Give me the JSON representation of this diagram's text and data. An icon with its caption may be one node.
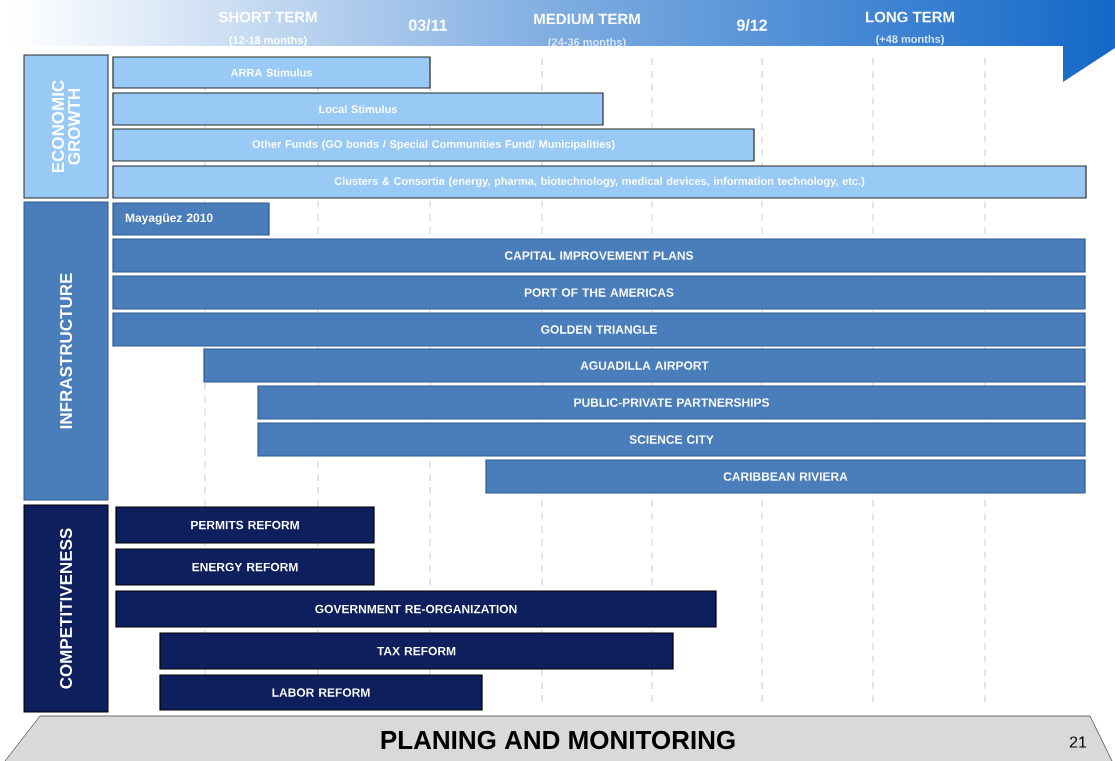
{
  "diagram": {
    "nodes": [
      {
        "text": [
          "SHORT TERM",
          "(12-18 months)",
          "03/11",
          "MEDIUM TERM",
          "(24-36 months)",
          "9/12",
          "LONG TERM",
          "(+48 months)"
        ]
      },
      {
        "text": [
          "ECONOMIC GROWTH"
        ]
      },
      {
        "text": [
          "ARRA Stimulus"
        ]
      },
      {
        "text": [
          "Local Stimulus"
        ]
      },
      {
        "text": [
          "Other Funds (GO bonds / Special Communities Fund/ Municipalities)"
        ]
      },
      {
        "text": [
          "Clusters & Consortia (energy, pharma, biotechnology, medical devices, information technology, etc.)"
        ]
      },
      {
        "text": [
          "INFRASTRUCTURE"
        ]
      },
      {
        "text": [
          "Mayagüez 2010"
        ]
      },
      {
        "text": [
          "CAPITAL IMPROVEMENT PLANS"
        ]
      },
      {
        "text": [
          "PORT OF THE AMERICAS"
        ]
      },
      {
        "text": [
          "GOLDEN TRIANGLE"
        ]
      },
      {
        "text": [
          "AGUADILLA AIRPORT"
        ]
      },
      {
        "text": [
          "PUBLIC-PRIVATE PARTNERSHIPS"
        ]
      },
      {
        "text": [
          "SCIENCE CITY"
        ]
      },
      {
        "text": [
          "CARIBBEAN RIVIERA"
        ]
      },
      {
        "text": [
          "COMPETITIVENESS"
        ]
      },
      {
        "text": [
          "PERMITS REFORM"
        ]
      },
      {
        "text": [
          "ENERGY REFORM"
        ]
      },
      {
        "text": [
          "GOVERNMENT RE-ORGANIZATION"
        ]
      },
      {
        "text": [
          "TAX REFORM"
        ]
      },
      {
        "text": [
          "LABOR REFORM"
        ]
      },
      {
        "text": [
          "PLANING AND MONITORING"
        ]
      }
    ],
    "labels": [
      "21"
    ]
  }
}
